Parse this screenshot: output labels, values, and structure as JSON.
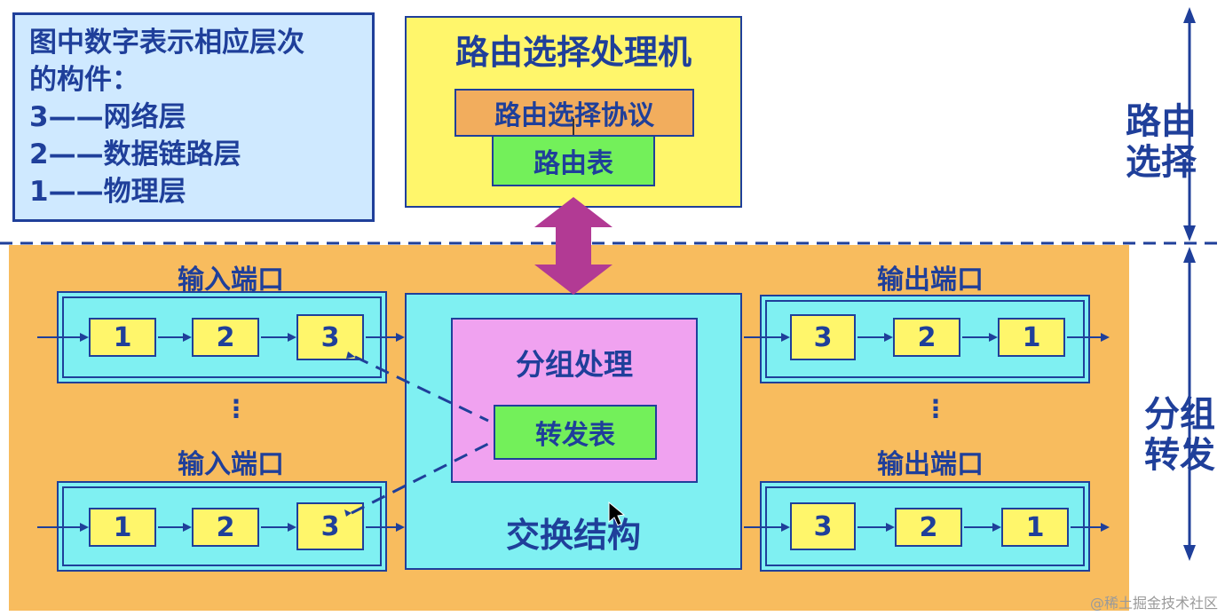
{
  "legend": {
    "lines": [
      "图中数字表示相应层次",
      "的构件：",
      "3——网络层",
      "2——数据链路层",
      "1——物理层"
    ]
  },
  "routing_processor": {
    "title": "路由选择处理机",
    "protocol": "路由选择协议",
    "table": "路由表"
  },
  "side_labels": {
    "routing": [
      "路由",
      "选择"
    ],
    "forwarding": [
      "分组",
      "转发"
    ]
  },
  "input_ports": {
    "label": "输入端口",
    "layers": [
      "1",
      "2",
      "3"
    ]
  },
  "output_ports": {
    "label": "输出端口",
    "layers": [
      "3",
      "2",
      "1"
    ]
  },
  "ellipsis": "⋮",
  "switch_fabric": {
    "label": "交换结构",
    "packet_processing": "分组处理",
    "forwarding_table": "转发表"
  },
  "watermark": "@稀土掘金技术社区",
  "colors": {
    "navy": "#1f3f9a",
    "orange_zone": "#f8bc5e",
    "cyan": "#7ff0f2",
    "yellow": "#fff66b",
    "green": "#73f05a",
    "pink": "#f0a2f0",
    "magenta_arrow": "#b23a94",
    "legend_bg": "#cfe9ff"
  }
}
